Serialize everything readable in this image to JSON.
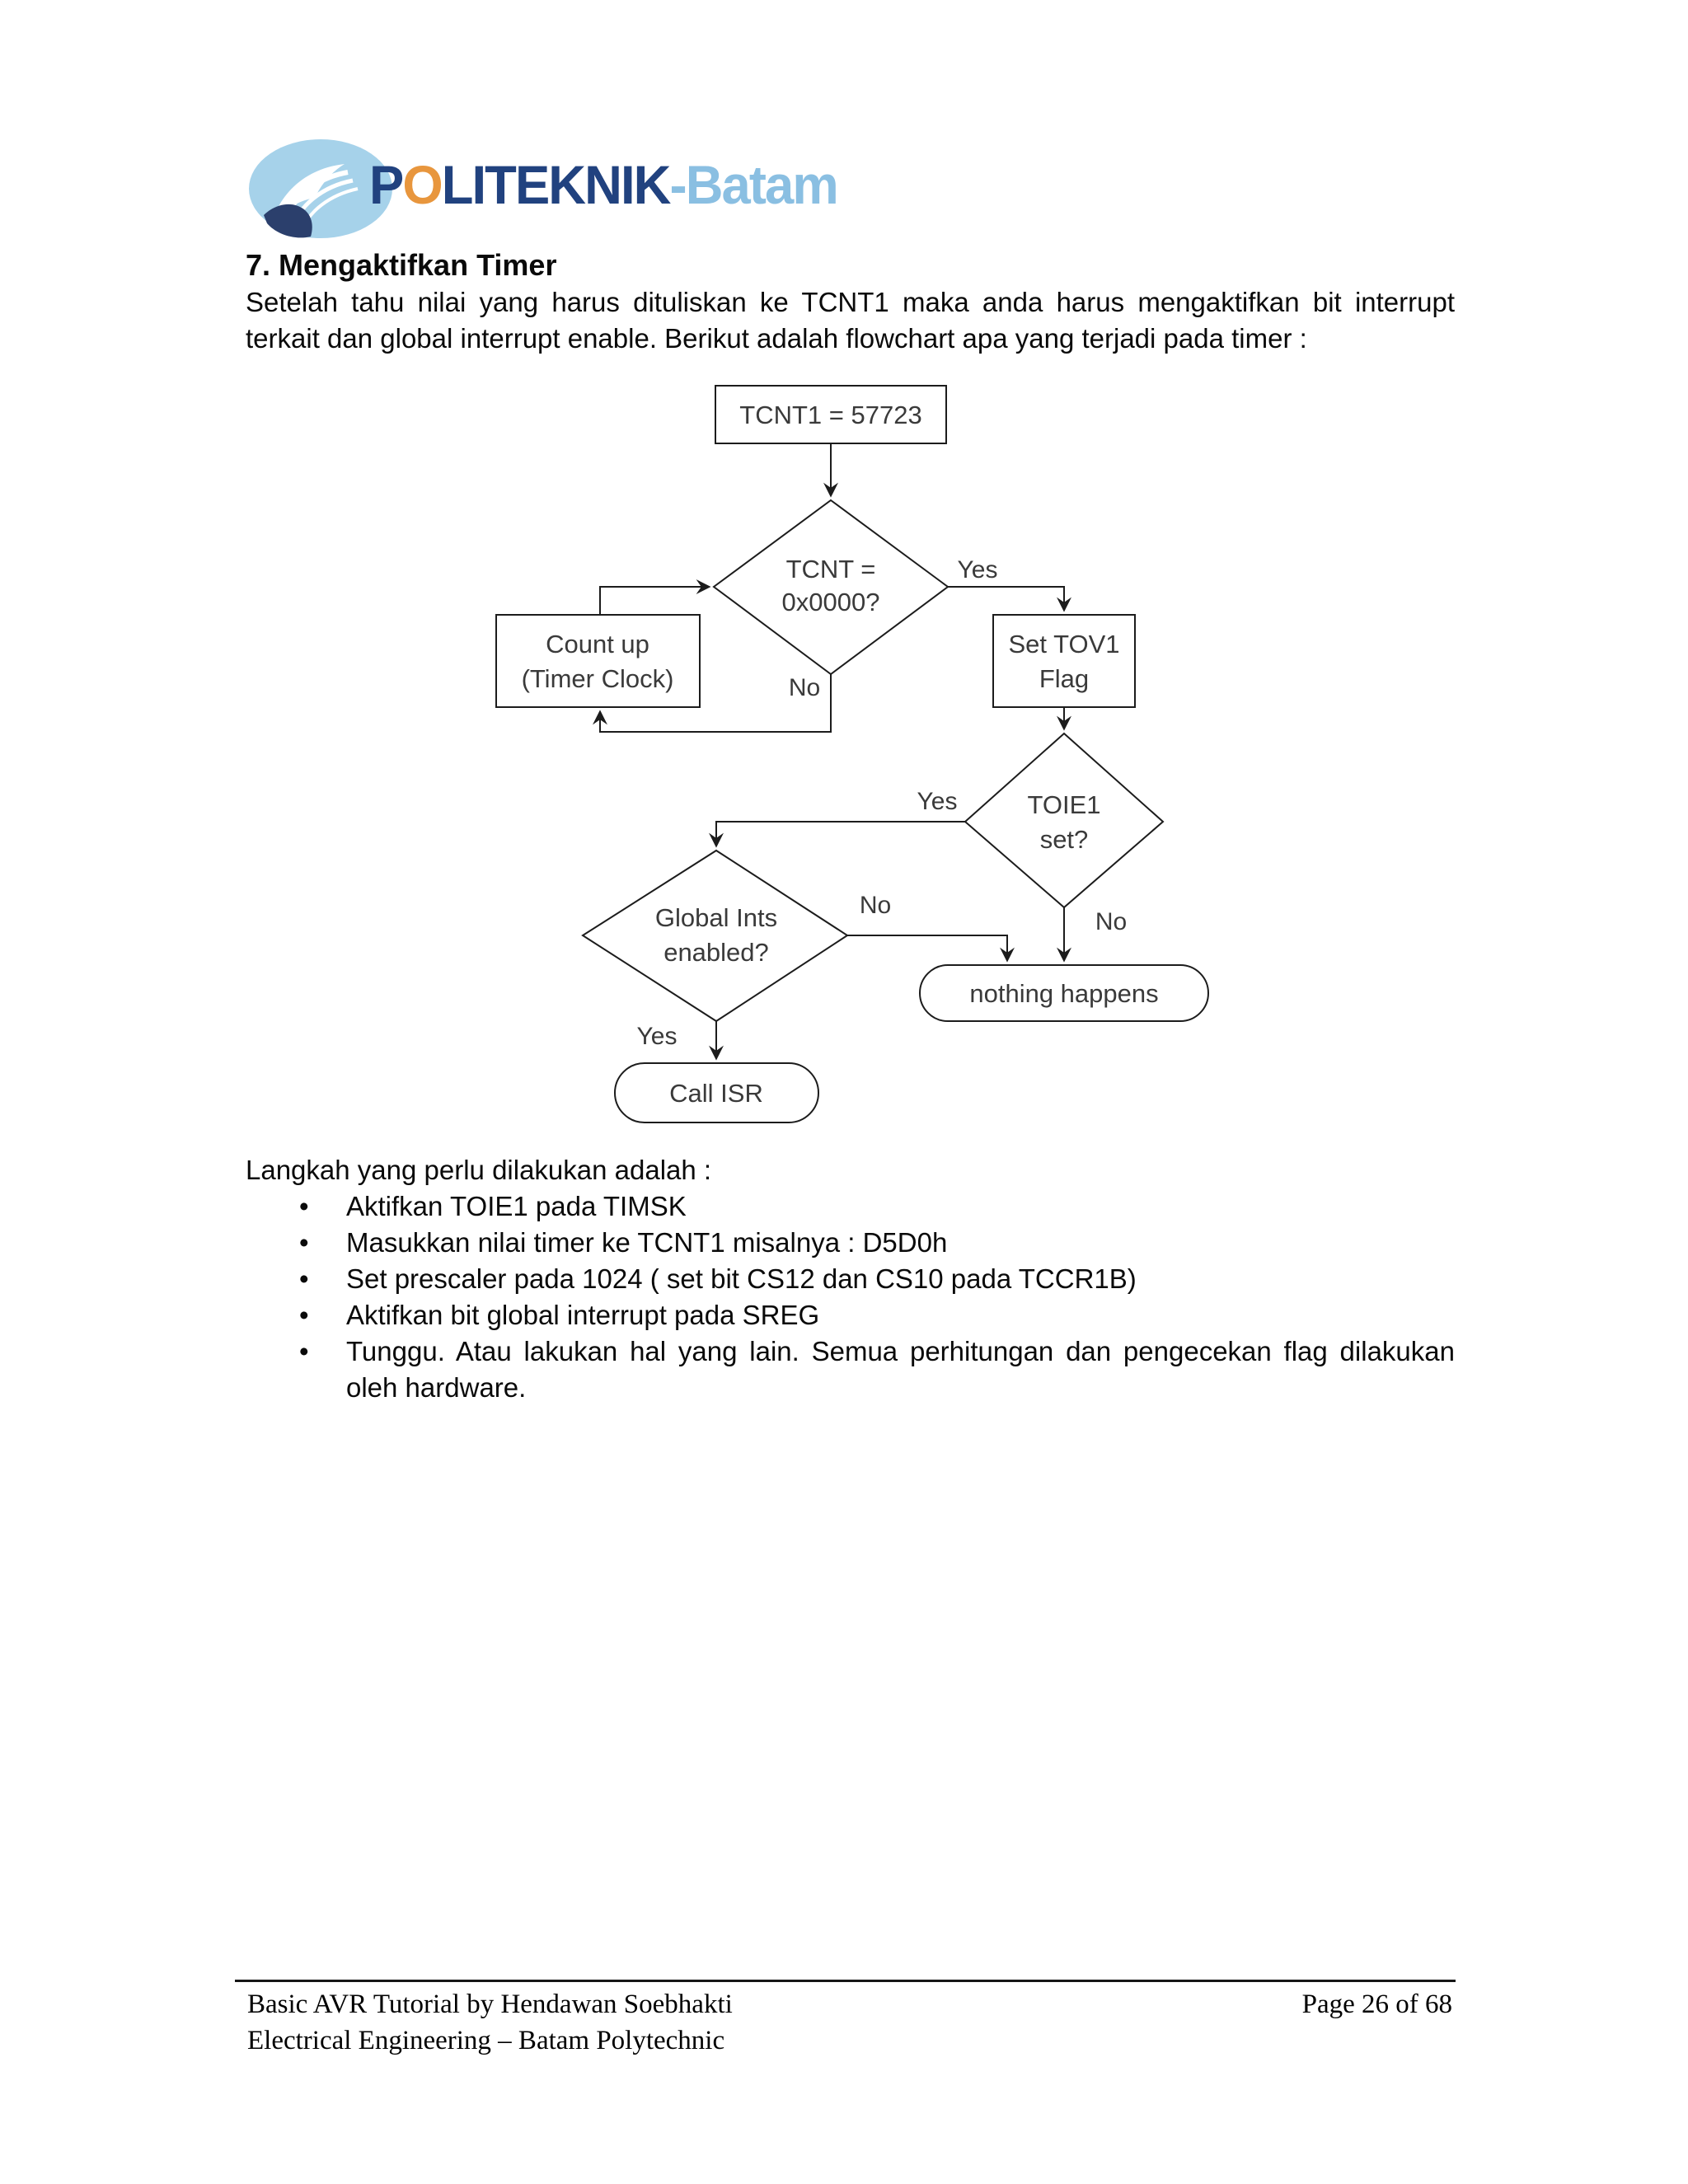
{
  "colors": {
    "logo_ellipse": "#a6d2ea",
    "logo_wedge": "#2b3f6c",
    "brand_dark": "#21427f",
    "brand_orange": "#e8963d",
    "brand_light": "#8abfe2",
    "flow_line": "#1c1c1c",
    "flow_text": "#3a3a3a"
  },
  "logo": {
    "p": "P",
    "o": "O",
    "rest": "LITEKNIK",
    "suffix": "-Batam"
  },
  "heading": "7. Mengaktifkan Timer",
  "intro": {
    "line1": "Setelah tahu nilai yang harus dituliskan ke TCNT1 maka anda harus mengaktifkan bit interrupt",
    "line2": "terkait dan global interrupt enable. Berikut adalah flowchart apa yang terjadi pada timer :"
  },
  "flowchart": {
    "tcnt1": "TCNT1 = 57723",
    "d1_line1": "TCNT =",
    "d1_line2": "0x0000?",
    "countup_line1": "Count up",
    "countup_line2": "(Timer Clock)",
    "settov_line1": "Set TOV1",
    "settov_line2": "Flag",
    "d2_line1": "TOIE1",
    "d2_line2": "set?",
    "d3_line1": "Global Ints",
    "d3_line2": "enabled?",
    "nothing": "nothing happens",
    "callisr": "Call ISR",
    "yes1": "Yes",
    "no1": "No",
    "yes2": "Yes",
    "no2": "No",
    "no3": "No",
    "yes3": "Yes"
  },
  "steps": {
    "intro": "Langkah yang perlu dilakukan adalah :",
    "bullet": "•",
    "items": [
      {
        "text": "Aktifkan TOIE1 pada TIMSK"
      },
      {
        "text": "Masukkan nilai timer ke TCNT1 misalnya : D5D0h"
      },
      {
        "text": "Set prescaler pada 1024 ( set bit CS12 dan CS10 pada TCCR1B)"
      },
      {
        "text": "Aktifkan bit global interrupt pada SREG"
      },
      {
        "text": "Tunggu. Atau lakukan hal yang lain. Semua perhitungan dan pengecekan flag dilakukan",
        "cont": "oleh hardware."
      }
    ]
  },
  "footer": {
    "left1": "Basic AVR Tutorial by Hendawan Soebhakti",
    "right1": "Page 26 of 68",
    "left2": "Electrical Engineering – Batam Polytechnic"
  }
}
